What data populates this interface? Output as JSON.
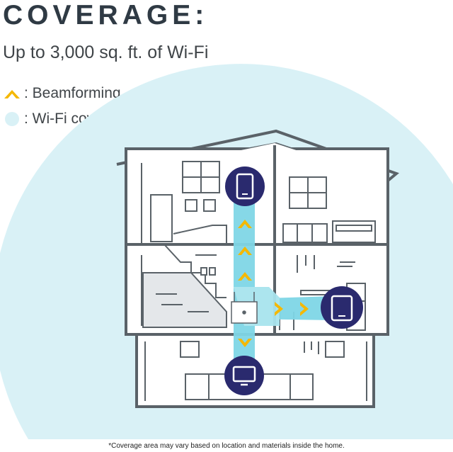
{
  "header": {
    "title": "COVERAGE:",
    "subtitle": "Up to 3,000 sq. ft. of Wi-Fi"
  },
  "legend": [
    {
      "label": ": Beamforming",
      "icon": "beamforming-chevron-icon",
      "color": "#f5b800"
    },
    {
      "label": ": Wi-Fi coverage",
      "icon": "coverage-circle-icon",
      "color": "#d9f1f6"
    }
  ],
  "footnote": "*Coverage area may vary based on location and materials inside the home.",
  "colors": {
    "coverage": "#d9f1f6",
    "beam": "#7fd6e6",
    "beamforming": "#f5b800",
    "device": "#2a2a6e",
    "house_line": "#5a6268"
  },
  "devices": [
    {
      "name": "phone-upstairs",
      "icon": "smartphone-icon"
    },
    {
      "name": "tablet-kitchen",
      "icon": "tablet-icon"
    },
    {
      "name": "tv-basement",
      "icon": "monitor-icon"
    }
  ]
}
